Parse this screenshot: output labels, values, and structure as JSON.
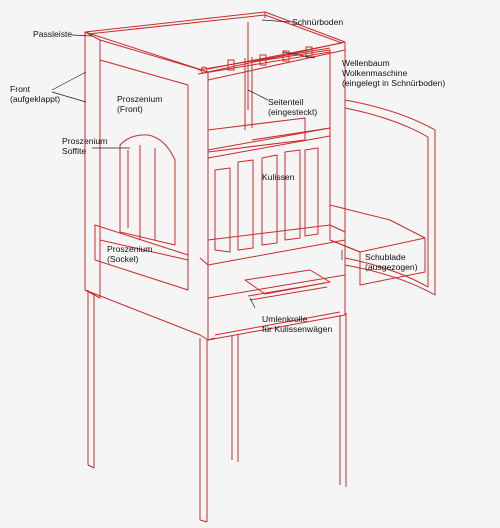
{
  "labels": {
    "passleiste": "Passleiste",
    "schnurboden": "Schnürboden",
    "front_1": "Front",
    "front_2": "(aufgeklappt)",
    "proszenium_front_1": "Proszenium",
    "proszenium_front_2": "(Front)",
    "proszenium_soffite_1": "Proszenium",
    "proszenium_soffite_2": "Soffite",
    "wellenbaum_1": "Wellenbaum",
    "wellenbaum_2": "Wolkenmaschine",
    "wellenbaum_3": "(eingelegt in Schnürboden)",
    "seitenteil_1": "Seitenteil",
    "seitenteil_2": "(eingesteckt)",
    "kulissen": "Kulissen",
    "proszenium_sockel_1": "Proszenium",
    "proszenium_sockel_2": "(Sockel)",
    "schublade_1": "Schublade",
    "schublade_2": "(ausgezogen)",
    "umlenkrolle_1": "Umlenkrolle",
    "umlenkrolle_2": "für Kulissenwägen"
  },
  "colors": {
    "line": "#cc2a2a",
    "leader": "#222222",
    "background": "#f5f5f5"
  }
}
